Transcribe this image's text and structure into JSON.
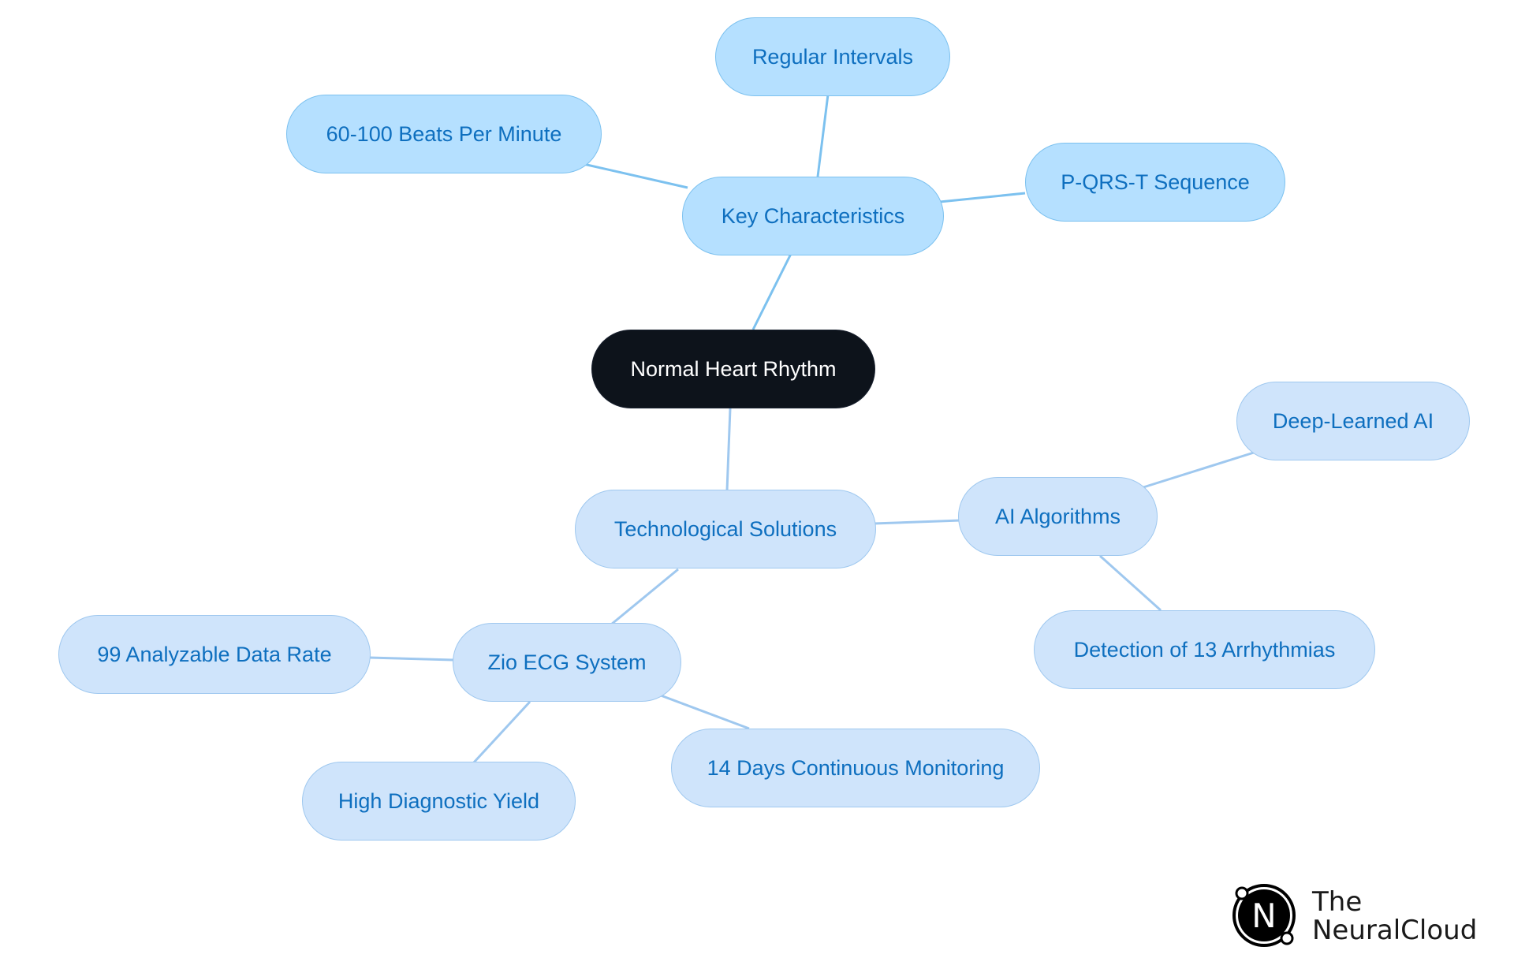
{
  "diagram": {
    "root": "Normal Heart Rhythm",
    "key_characteristics": {
      "label": "Key Characteristics",
      "children": [
        "Regular Intervals",
        "60-100 Beats Per Minute",
        "P-QRS-T Sequence"
      ]
    },
    "technological_solutions": {
      "label": "Technological Solutions",
      "ai_algorithms": {
        "label": "AI Algorithms",
        "children": [
          "Deep-Learned AI",
          "Detection of 13 Arrhythmias"
        ]
      },
      "zio_ecg_system": {
        "label": "Zio ECG System",
        "children": [
          "99 Analyzable Data Rate",
          "High Diagnostic Yield",
          "14 Days Continuous Monitoring"
        ]
      }
    }
  },
  "logo": {
    "letter": "N",
    "line1": "The",
    "line2": "NeuralCloud"
  },
  "colors": {
    "root_fill": "#0d131b",
    "branch_a_fill": "#b5e0ff",
    "branch_b_fill": "#cfe4fb",
    "node_text": "#0e6fbf",
    "edge_a": "#7cc1ef",
    "edge_b": "#9fc8ef"
  }
}
